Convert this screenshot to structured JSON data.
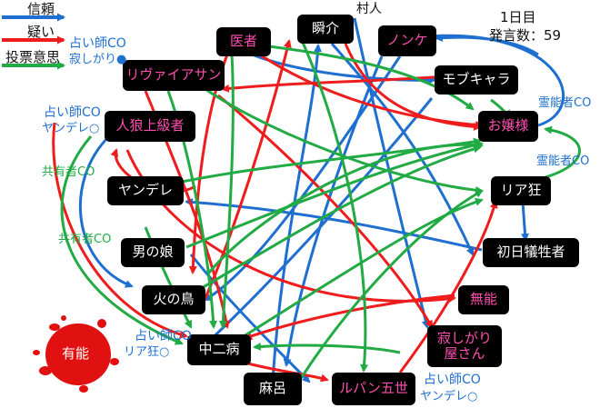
{
  "legend": {
    "trust": "信頼",
    "doubt": "疑い",
    "vote_intent": "投票意思"
  },
  "colors": {
    "trust": "#1f6fd0",
    "doubt": "#ee1c1c",
    "vote": "#22aa44",
    "node_bg": "#000000",
    "pink": "#ff4fb0",
    "blood": "#e11111"
  },
  "status": {
    "day": "1日目",
    "post_count": "発言数：59"
  },
  "nodes": {
    "isha": "医者",
    "shunsuke": "瞬介",
    "nonke": "ノンケ",
    "rivaia": "リヴァイアサン",
    "mobu": "モブキャラ",
    "jinro": "人狼上級者",
    "ojou": "お嬢様",
    "yandere": "ヤンデレ",
    "riajuu": "リア狂",
    "otokonoko": "男の娘",
    "shonichi": "初日犠牲者",
    "hinotori": "火の鳥",
    "munou": "無能",
    "sabishi": "寂しがり\n屋さん",
    "chuuni": "中二病",
    "maro": "麻呂",
    "lupin": "ルパン五世"
  },
  "notes": {
    "murabito": "村人",
    "uranai1": "占い師CO",
    "sabishi_maru": "寂しがり●",
    "uranai2": "占い師CO",
    "yandere_maru": "ヤンデレ○",
    "reinou1": "霊能者CO",
    "reinou2": "霊能者CO",
    "kyouyuu1": "共有者CO",
    "kyouyuu2": "共有者CO",
    "uranai3": "占い師CO",
    "riajuu_maru": "リア狂○",
    "uranai4": "占い師CO",
    "yandere_maru2": "ヤンデレ○",
    "yuunou": "有能"
  }
}
